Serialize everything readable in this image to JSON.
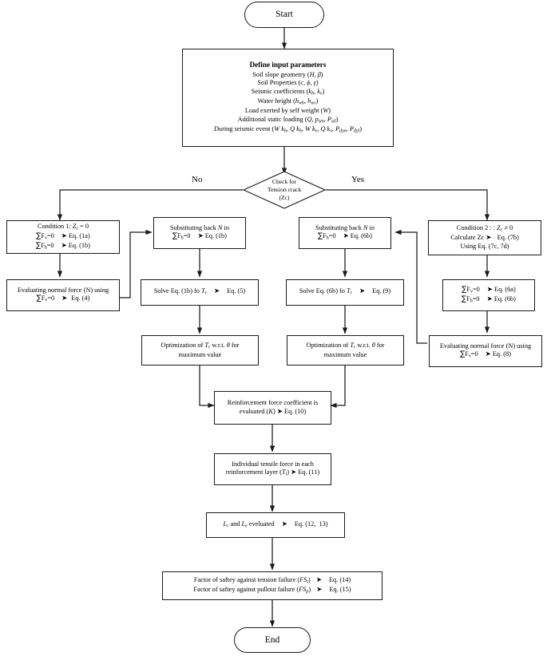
{
  "diagram": {
    "title": "Reinforced soil slope seismic design flowchart",
    "start_label": "Start",
    "end_label": "End",
    "decision": {
      "line1": "Check for",
      "line2": "Tension crack",
      "line3": "(Zc)",
      "branch_no": "No",
      "branch_yes": "Yes"
    },
    "input_box": {
      "heading": "Define input parameters",
      "lines": [
        "Soil slope geometry (H, β)",
        "Soil Properties (c, φ, γ)",
        "Seismic coefficients (kh, kv)",
        "Water height (hwb, hws)",
        "Load exerted by self weight (W)",
        "Additional static loading (Q, pstn, Pstl)",
        "During seismic event (W kh, Q kh, W kv, Q kv, Pdyn, Pdyl)"
      ]
    },
    "left_branch": {
      "condition": {
        "line1": "Condition 1: Zc = 0",
        "line2": "∑Fv=0  ➜ Eq. (1a)",
        "line3": "∑Fh=0  ➜ Eq. (1b)"
      },
      "normal_force": {
        "line1": "Evaluating normal force (N) using",
        "line2": "∑Fv=0   ➜  Eq. (4)"
      },
      "substitute": {
        "line1": "Substituting back N in",
        "line2": "∑Fh=0  ➜ Eq. (1b)"
      },
      "solve": {
        "line1": "Solve Eq. (1b) fo Tr   ➜   Eq. (5)"
      },
      "optimize": {
        "line1": "Optimization of Tr w.r.t. θ for",
        "line2": "maximum value"
      }
    },
    "right_branch": {
      "condition": {
        "line1": "Condition 2 : : Zc ≠ 0",
        "line2": "Calculate Zc  ➜   Eq. (7b)",
        "line3": "Using Eq. (7c, 7d)"
      },
      "equilibrium": {
        "line1": "∑Fv=0    ➜ Eq. (6a)",
        "line2": "∑Fh=0    ➜ Eq. (6b)"
      },
      "normal_force": {
        "line1": "Evaluating normal force (N) using",
        "line2": "∑Fv=0   ➜ Eq. (8)"
      },
      "substitute": {
        "line1": "Substituting back N in",
        "line2": "∑Fh=0  ➜ Eq. (6b)"
      },
      "solve": {
        "line1": "Solve Eq. (6b) fo Tr   ➜   Eq. (9)"
      },
      "optimize": {
        "line1": "Optimization of Tr w.r.t. θ for",
        "line2": "maximum value"
      }
    },
    "merge": {
      "reinforcement_coefficient": {
        "line1": "Reinforcement force coefficient is",
        "line2": "evaluated (K)  ➜ Eq. (10)"
      },
      "tensile_force": {
        "line1": "Individual tensile force in each",
        "line2": "reinforcement layer (Ti) ➜ Eq. (11)"
      },
      "lengths": {
        "line1": "Lr and Le eveluated  ➜  Eq. (12,  13)"
      },
      "safety_factors": {
        "line1": "Factor of saftey against tension failure (FSt)  ➜   Eq. (14)",
        "line2": "Factor of saftey against pullout failure (FSp)  ➜   Eq. (15)"
      }
    },
    "colors": {
      "stroke": "#1a1a1a",
      "fill": "#ffffff",
      "text": "#000000"
    }
  }
}
